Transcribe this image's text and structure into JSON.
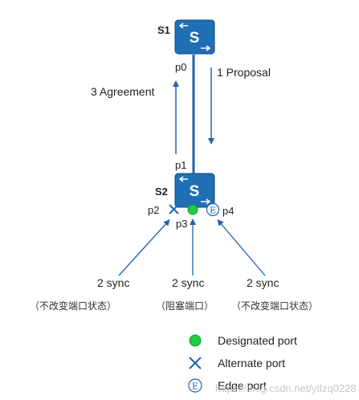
{
  "switches": [
    {
      "name": "S1"
    },
    {
      "name": "S2"
    }
  ],
  "ports": {
    "p0": "p0",
    "p1": "p1",
    "p2": "p2",
    "p3": "p3",
    "p4": "p4"
  },
  "messages": {
    "proposal": "1 Proposal",
    "agreement": "3 Agreement"
  },
  "sync_labels": [
    {
      "label": "2 sync",
      "note": "（不改变端口状态）"
    },
    {
      "label": "2 sync",
      "note": "（阻塞端口）"
    },
    {
      "label": "2 sync",
      "note": "（不改变端口状态）"
    }
  ],
  "legend": [
    {
      "icon": "green-dot",
      "label": "Designated port"
    },
    {
      "icon": "blue-x",
      "label": "Alternate port"
    },
    {
      "icon": "circle-e",
      "label": "Edge port"
    }
  ],
  "edge_glyph": "E",
  "switch_glyph": "S",
  "watermark": "https://blog.csdn.net/ytlzq0228",
  "colors": {
    "switch": "#1f6fb5",
    "line": "#1f63a8",
    "designated": "#22cc44",
    "alternate": "#1b66b8"
  }
}
